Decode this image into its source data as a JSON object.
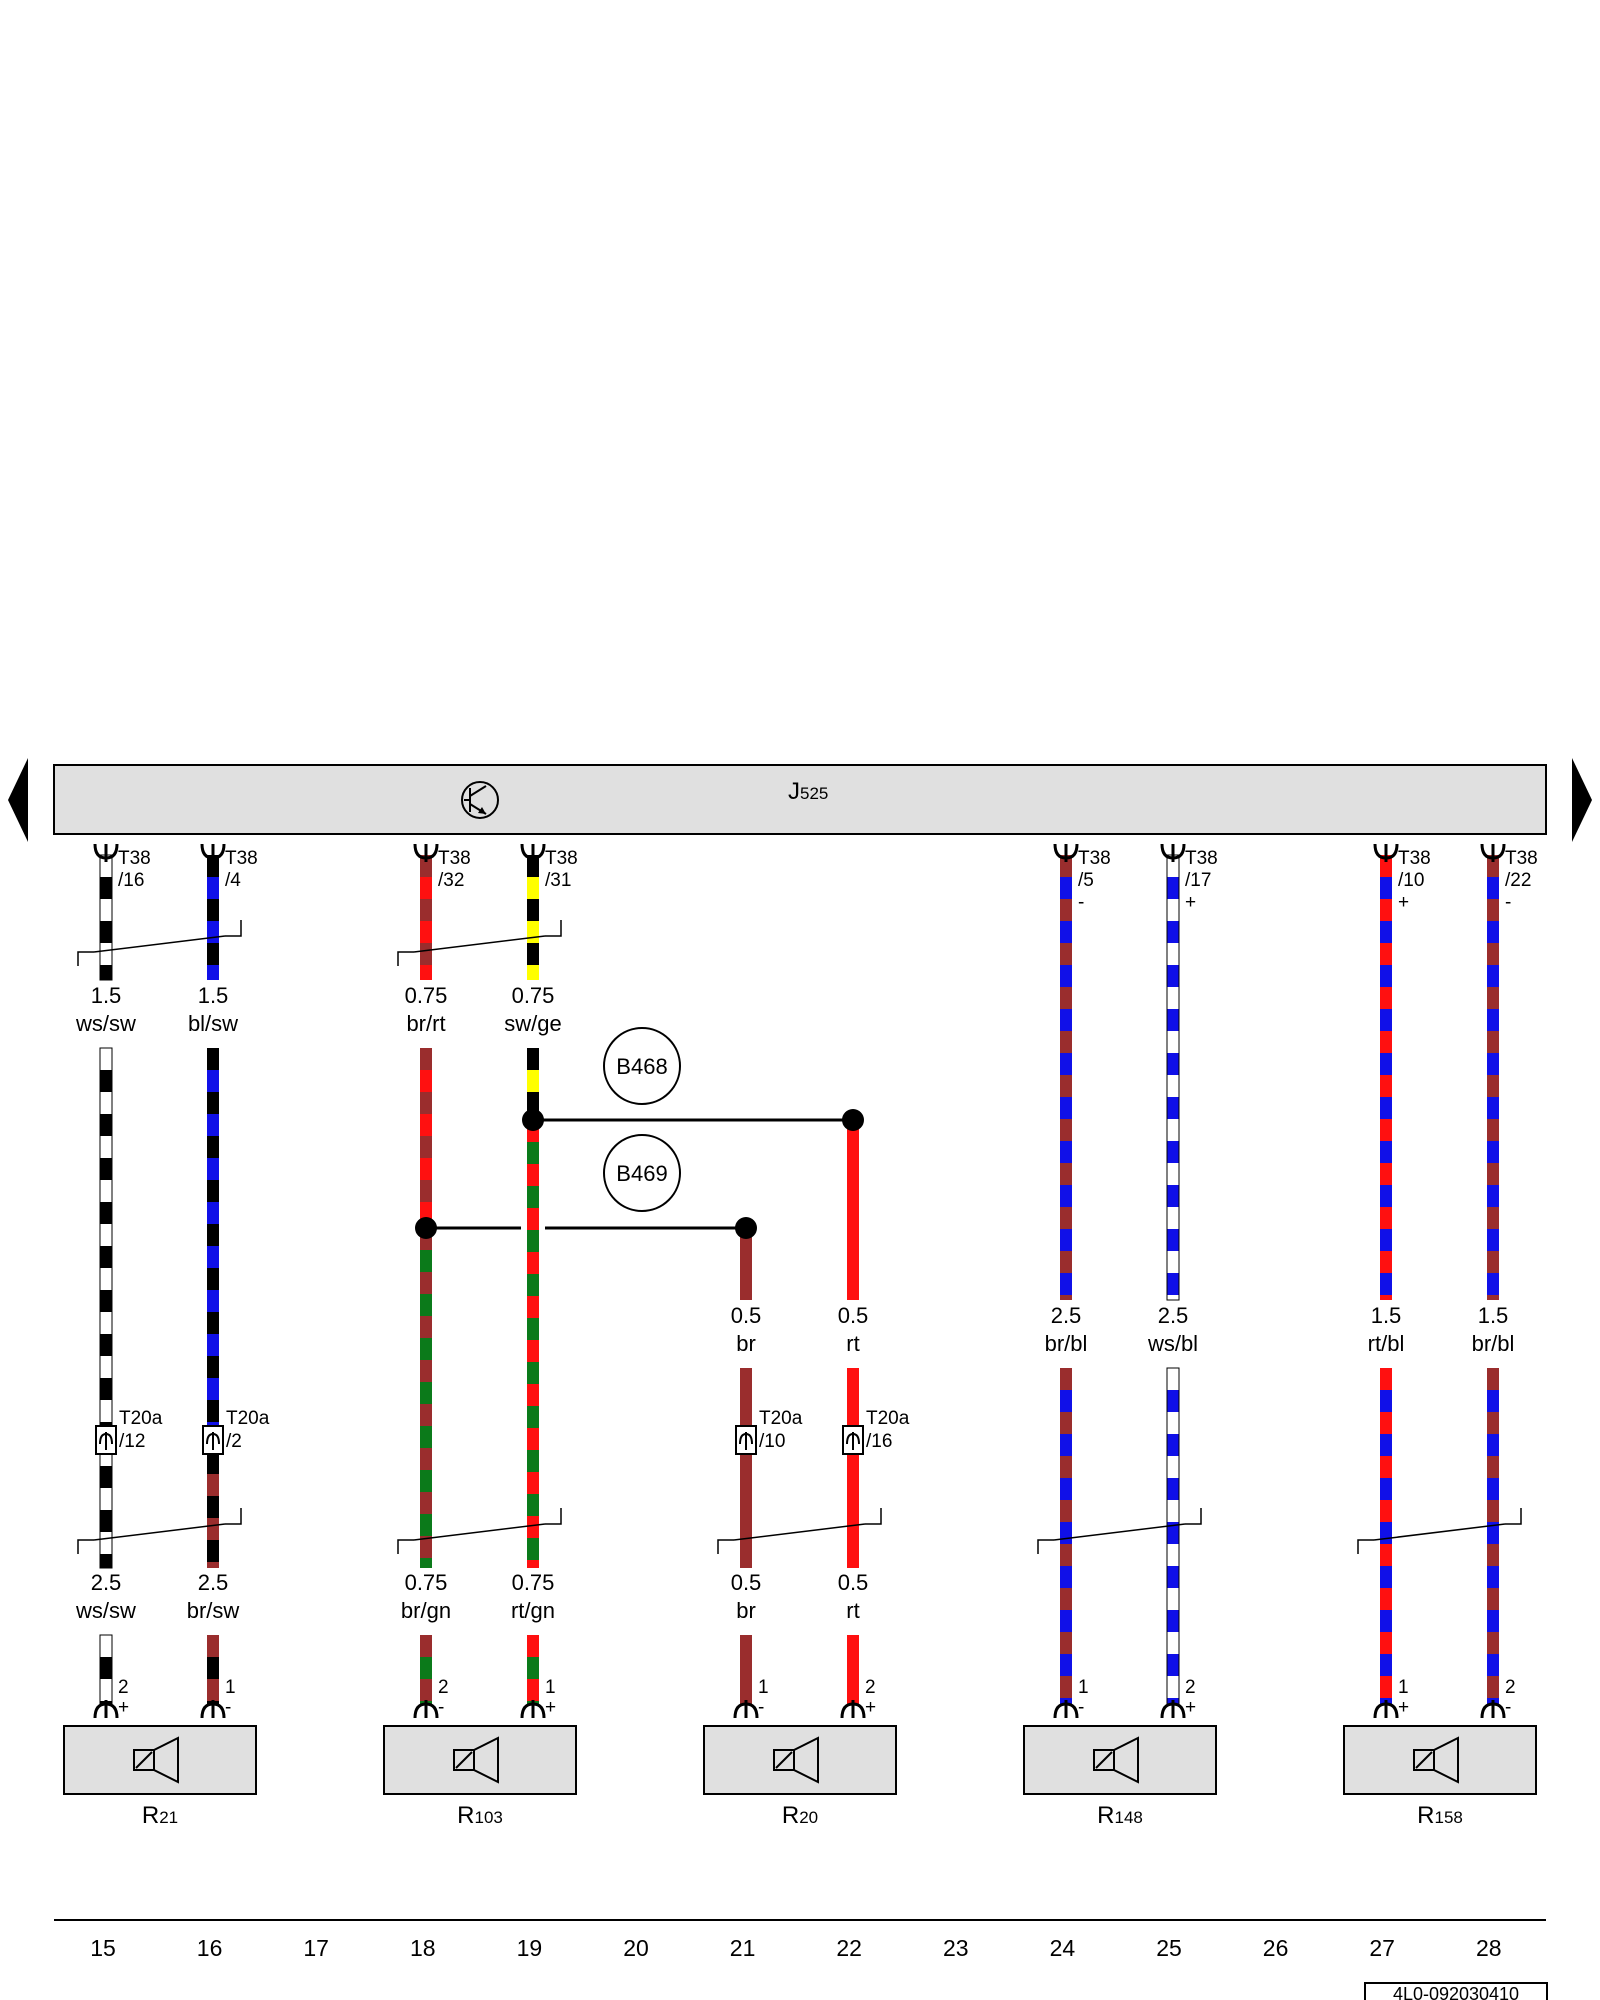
{
  "colors": {
    "ws": "#ffffff",
    "sw": "#000000",
    "bl": "#1010e8",
    "br": "#9a2d2d",
    "rt": "#ff1010",
    "gn": "#0b7a1a",
    "ge": "#ffff00",
    "module_fill": "#e0e0e0"
  },
  "module": {
    "name": "J",
    "sub": "525",
    "transistor_icon": "transistor-icon"
  },
  "top_wires": [
    {
      "id": "w15",
      "connector": "T38",
      "pin": "/16",
      "sign": "",
      "gauge": "1.5",
      "color": "ws/sw"
    },
    {
      "id": "w16",
      "connector": "T38",
      "pin": "/4",
      "sign": "",
      "gauge": "1.5",
      "color": "bl/sw"
    },
    {
      "id": "w18",
      "connector": "T38",
      "pin": "/32",
      "sign": "",
      "gauge": "0.75",
      "color": "br/rt"
    },
    {
      "id": "w19",
      "connector": "T38",
      "pin": "/31",
      "sign": "",
      "gauge": "0.75",
      "color": "sw/ge"
    },
    {
      "id": "w24",
      "connector": "T38",
      "pin": "/5",
      "sign": "-",
      "gauge": "2.5",
      "color": "br/bl"
    },
    {
      "id": "w25",
      "connector": "T38",
      "pin": "/17",
      "sign": "+",
      "gauge": "2.5",
      "color": "ws/bl"
    },
    {
      "id": "w27",
      "connector": "T38",
      "pin": "/10",
      "sign": "+",
      "gauge": "1.5",
      "color": "rt/bl"
    },
    {
      "id": "w28",
      "connector": "T38",
      "pin": "/22",
      "sign": "-",
      "gauge": "1.5",
      "color": "br/bl"
    }
  ],
  "splices": [
    {
      "name": "B468"
    },
    {
      "name": "B469"
    }
  ],
  "mid_wires": [
    {
      "id": "m21",
      "gauge": "0.5",
      "color": "br"
    },
    {
      "id": "m22",
      "gauge": "0.5",
      "color": "rt"
    }
  ],
  "inline_connectors": [
    {
      "id": "c15",
      "connector": "T20a",
      "pin": "/12"
    },
    {
      "id": "c16",
      "connector": "T20a",
      "pin": "/2"
    },
    {
      "id": "c21",
      "connector": "T20a",
      "pin": "/10"
    },
    {
      "id": "c22",
      "connector": "T20a",
      "pin": "/16"
    }
  ],
  "bottom_wires": [
    {
      "id": "b15",
      "gauge": "2.5",
      "color": "ws/sw",
      "pin": "2",
      "sign": "+"
    },
    {
      "id": "b16",
      "gauge": "2.5",
      "color": "br/sw",
      "pin": "1",
      "sign": "-"
    },
    {
      "id": "b18",
      "gauge": "0.75",
      "color": "br/gn",
      "pin": "2",
      "sign": "-"
    },
    {
      "id": "b19",
      "gauge": "0.75",
      "color": "rt/gn",
      "pin": "1",
      "sign": "+"
    },
    {
      "id": "b21",
      "gauge": "0.5",
      "color": "br",
      "pin": "1",
      "sign": "-"
    },
    {
      "id": "b22",
      "gauge": "0.5",
      "color": "rt",
      "pin": "2",
      "sign": "+"
    },
    {
      "id": "b24",
      "gauge": "",
      "color": "",
      "pin": "1",
      "sign": "-"
    },
    {
      "id": "b25",
      "gauge": "",
      "color": "",
      "pin": "2",
      "sign": "+"
    },
    {
      "id": "b27",
      "gauge": "",
      "color": "",
      "pin": "1",
      "sign": "+"
    },
    {
      "id": "b28",
      "gauge": "",
      "color": "",
      "pin": "2",
      "sign": "-"
    }
  ],
  "speakers": [
    {
      "name": "R",
      "sub": "21"
    },
    {
      "name": "R",
      "sub": "103"
    },
    {
      "name": "R",
      "sub": "20"
    },
    {
      "name": "R",
      "sub": "148"
    },
    {
      "name": "R",
      "sub": "158"
    }
  ],
  "grid_numbers": [
    "15",
    "16",
    "17",
    "18",
    "19",
    "20",
    "21",
    "22",
    "23",
    "24",
    "25",
    "26",
    "27",
    "28"
  ],
  "doc_id": "4L0-092030410"
}
